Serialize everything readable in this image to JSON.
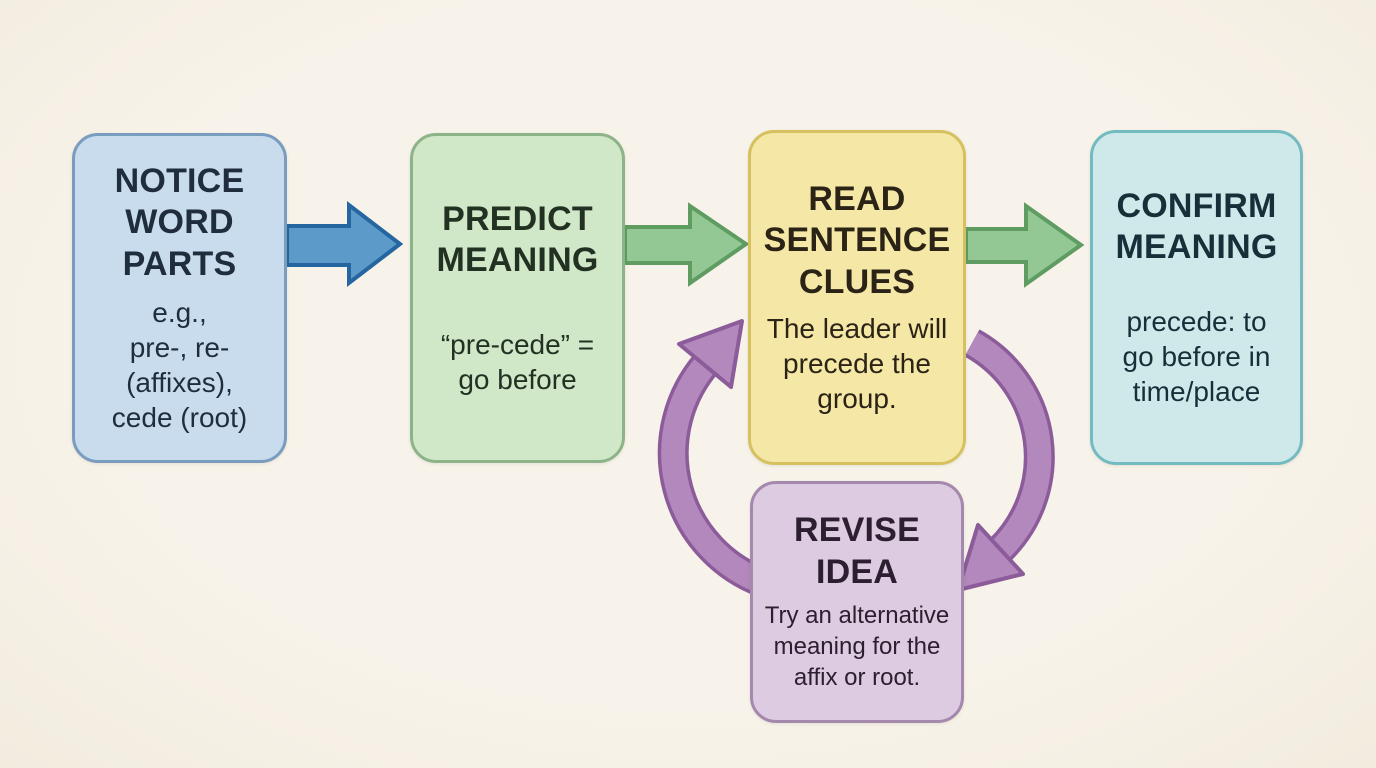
{
  "diagram": {
    "kind": "flowchart",
    "background_color": "#f6f1e7"
  },
  "steps": [
    {
      "name": "notice-word-parts",
      "heading": "NOTICE\nWORD\nPARTS",
      "body": "e.g.,\npre-, re-\n(affixes),\ncede (root)",
      "fill": "#c8dcee",
      "border": "#7a9cbf",
      "text": "#1f2d3d"
    },
    {
      "name": "predict-meaning",
      "heading": "PREDICT\nMEANING",
      "body": "“pre-cede” =\ngo before",
      "fill": "#d0e7c8",
      "border": "#8db489",
      "text": "#223122"
    },
    {
      "name": "read-sentence-clues",
      "heading": "READ\nSENTENCE\nCLUES",
      "body": "The leader will\nprecede the\ngroup.",
      "fill": "#f5e8a6",
      "border": "#d6c160",
      "text": "#2b2316"
    },
    {
      "name": "confirm-meaning",
      "heading": "CONFIRM\nMEANING",
      "body": "precede: to\ngo before in\ntime/place",
      "fill": "#cfe9eb",
      "border": "#74bac1",
      "text": "#16303a"
    },
    {
      "name": "revise-idea",
      "heading": "REVISE\nIDEA",
      "body": "Try an alternative\nmeaning for the\naffix or root.",
      "fill": "#ddcbe1",
      "border": "#a488ae",
      "text": "#2c2030"
    }
  ],
  "arrows": [
    {
      "name": "notice-to-predict",
      "direction": "right",
      "fill": "#5b9ac9",
      "stroke": "#2565a0"
    },
    {
      "name": "predict-to-read",
      "direction": "right",
      "fill": "#93c793",
      "stroke": "#5e9c62"
    },
    {
      "name": "read-to-confirm",
      "direction": "right",
      "fill": "#93c793",
      "stroke": "#5e9c62"
    },
    {
      "name": "revise-to-read-loop",
      "direction": "curved-up",
      "fill": "#b388bd",
      "stroke": "#8b5c99"
    },
    {
      "name": "read-to-revise-loop",
      "direction": "curved-down",
      "fill": "#b388bd",
      "stroke": "#8b5c99"
    }
  ]
}
